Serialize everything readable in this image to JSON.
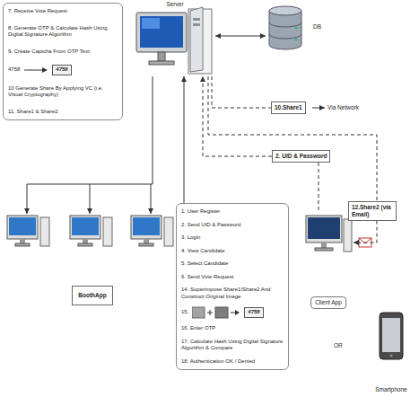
{
  "diagram": {
    "nodes": [
      {
        "text": [
          "7. Receive Vote Request",
          "8. Generate OTP & Calculate Hash Using Digital Signature Algorithm",
          "9. Create Captcha From OTP Text",
          "4758",
          "4758",
          "10 Generate Share By Applying VC (i.e. Visual Cryptography)",
          "11. Share1 & Share2"
        ]
      },
      {
        "text": [
          "Server"
        ]
      },
      {
        "text": [
          "DB"
        ]
      },
      {
        "text": [
          "10.Share1"
        ]
      },
      {
        "text": [
          "2. UID & Password"
        ]
      },
      {
        "text": [
          "12.Share2 (via Email)"
        ]
      },
      {
        "text": [
          "BoothApp"
        ]
      },
      {
        "text": [
          "1. User Register",
          "2. Send UID & Password",
          "3. Login",
          "4. View Candidate",
          "5. Select Candidate",
          "6. Send Vote Request",
          "14. Superimpose Share1/Share2 And Construct Original Image",
          "15.",
          "4758",
          "16. Enter OTP",
          "17. Calculate Hash Using Digital Signature Algorithm & Compare",
          "18. Authentication OK / Denied"
        ]
      },
      {
        "text": [
          "Client App"
        ]
      },
      {
        "text": [
          "Smartphone"
        ]
      }
    ],
    "edges": [
      {
        "from": 1,
        "to": 2,
        "arrow": "both"
      },
      {
        "from": 1,
        "to": 3,
        "arrow": "none"
      },
      {
        "from": 8,
        "to": 4,
        "arrow": "none"
      },
      {
        "from": 4,
        "to": 1,
        "arrow": "to"
      },
      {
        "from": 1,
        "to": 5,
        "arrow": "none"
      },
      {
        "from": 5,
        "to": 8,
        "arrow": "to"
      },
      {
        "from": 7,
        "to": 1,
        "arrow": "to"
      }
    ],
    "labels": [
      "Via Network",
      "OR"
    ]
  }
}
